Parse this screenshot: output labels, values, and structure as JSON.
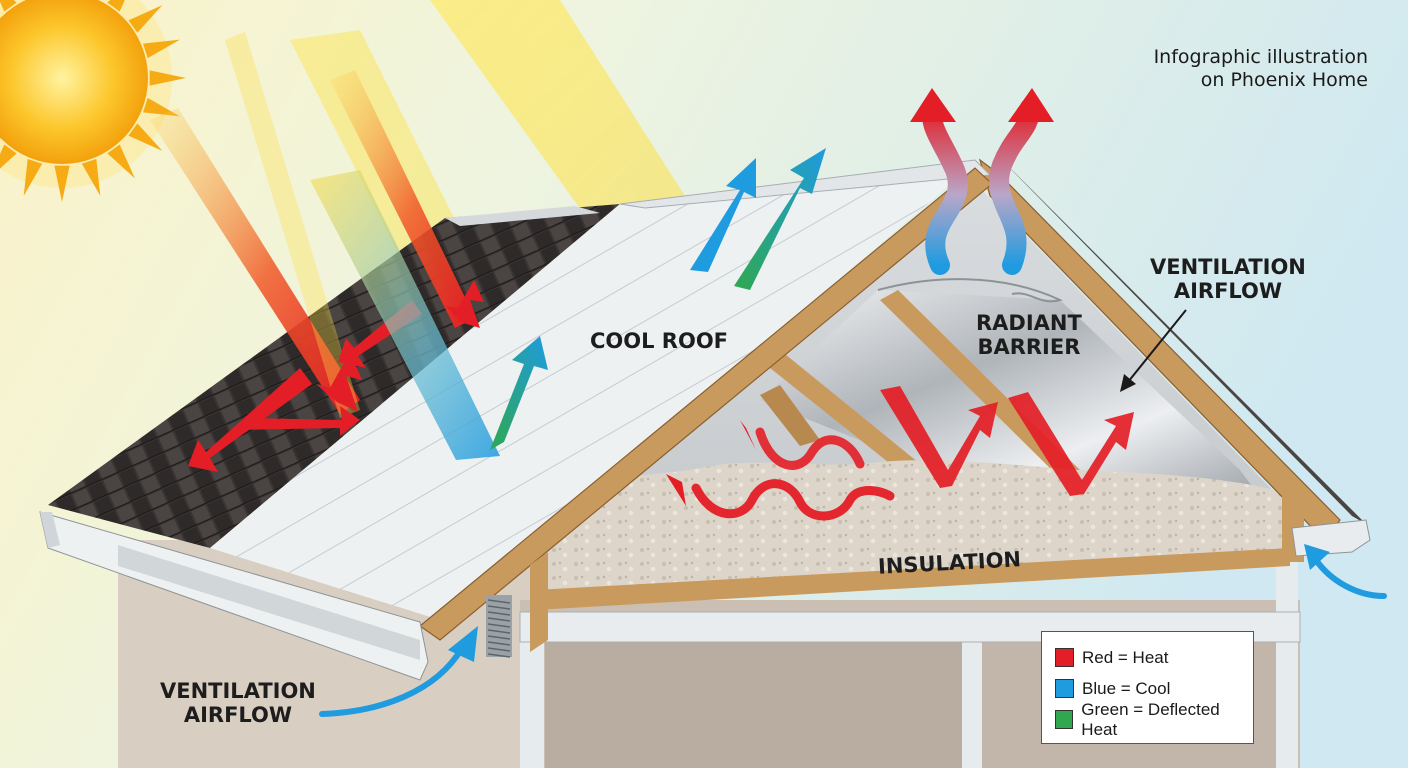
{
  "title": {
    "line1": "Infographic illustration",
    "line2": "on Phoenix Home"
  },
  "labels": {
    "cool_roof": "COOL ROOF",
    "radiant_barrier_1": "RADIANT",
    "radiant_barrier_2": "BARRIER",
    "vent_right_1": "VENTILATION",
    "vent_right_2": "AIRFLOW",
    "vent_left_1": "VENTILATION",
    "vent_left_2": "AIRFLOW",
    "insulation": "INSULATION"
  },
  "legend": [
    {
      "label": "Red = Heat",
      "color": "#e41e26"
    },
    {
      "label": "Blue = Cool",
      "color": "#1f9be0"
    },
    {
      "label": "Green = Deflected Heat",
      "color": "#2fa84f"
    }
  ],
  "colors": {
    "heat": "#e41e26",
    "cool": "#1f9be0",
    "deflected": "#2fa84f",
    "sky": "#e6f2f3",
    "sun": "#fbb714",
    "sunbeam": "#fde15a",
    "shingle": "#3a3533",
    "cool_roof": "#eef1f2",
    "wood": "#c99a5e",
    "insulation": "#ddd5c9",
    "wall": "#d9cec2"
  },
  "icons": [
    "sun-icon"
  ]
}
